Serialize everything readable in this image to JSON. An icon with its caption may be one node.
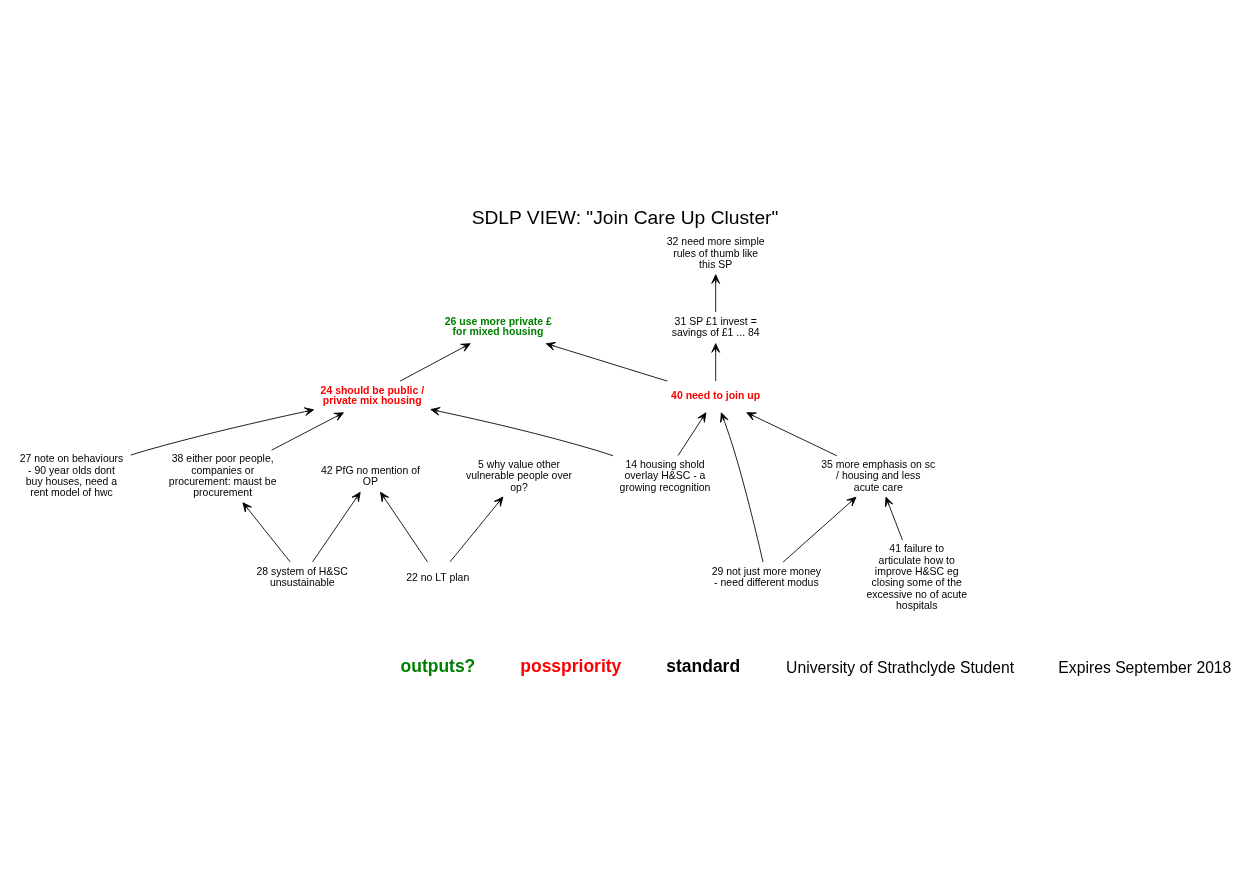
{
  "diagram": {
    "title": "SDLP VIEW: \"Join Care Up Cluster\"",
    "nodes": [
      {
        "text": [
          "26 use more private £ for mixed housing"
        ]
      },
      {
        "text": [
          "32 need more simple rules of thumb like this SP"
        ]
      },
      {
        "text": [
          "24 should be public / private mix housing"
        ]
      },
      {
        "text": [
          "31 SP £1 invest = savings of £1 ... 84"
        ]
      },
      {
        "text": [
          "40 need to join up"
        ]
      },
      {
        "text": [
          "27 note on behaviours - 90 year olds dont buy houses, need a rent model of hwc"
        ]
      },
      {
        "text": [
          "38 either poor people, companies or procurement: maust be procurement"
        ]
      },
      {
        "text": [
          "14 housing shold overlay H&SC - a growing recognition"
        ]
      },
      {
        "text": [
          "35 more emphasis on sc / housing and less acute care"
        ]
      },
      {
        "text": [
          "29 not just more money - need different modus"
        ]
      },
      {
        "text": [
          "5 why value other vulnerable people over op?"
        ]
      },
      {
        "text": [
          "42 PfG no mention of OP"
        ]
      },
      {
        "text": [
          "41 failure to articulate how to improve H&SC eg closing some of the excessive no of acute hospitals"
        ]
      },
      {
        "text": [
          "22 no LT plan"
        ]
      },
      {
        "text": [
          "28 system of H&SC unsustainable"
        ]
      }
    ],
    "edges": [
      {
        "from": 2,
        "to": 0,
        "arrow": "to"
      },
      {
        "from": 4,
        "to": 0,
        "arrow": "to"
      },
      {
        "from": 3,
        "to": 1,
        "arrow": "to"
      },
      {
        "from": 4,
        "to": 3,
        "arrow": "to"
      },
      {
        "from": 5,
        "to": 2,
        "arrow": "to"
      },
      {
        "from": 6,
        "to": 2,
        "arrow": "to"
      },
      {
        "from": 7,
        "to": 2,
        "arrow": "to"
      },
      {
        "from": 7,
        "to": 4,
        "arrow": "to"
      },
      {
        "from": 8,
        "to": 4,
        "arrow": "to"
      },
      {
        "from": 9,
        "to": 4,
        "arrow": "to"
      },
      {
        "from": 9,
        "to": 8,
        "arrow": "to"
      },
      {
        "from": 12,
        "to": 8,
        "arrow": "to"
      },
      {
        "from": 13,
        "to": 10,
        "arrow": "to"
      },
      {
        "from": 13,
        "to": 11,
        "arrow": "to"
      },
      {
        "from": 14,
        "to": 11,
        "arrow": "to"
      },
      {
        "from": 14,
        "to": 6,
        "arrow": "to"
      }
    ],
    "labels": [
      "University of Strathclyde Student",
      "Expires September 2018"
    ],
    "legend": [
      {
        "text": "outputs?",
        "color": "#008000"
      },
      {
        "text": "posspriority",
        "color": "#ff0000"
      },
      {
        "text": "standard",
        "color": "#000000"
      }
    ]
  }
}
